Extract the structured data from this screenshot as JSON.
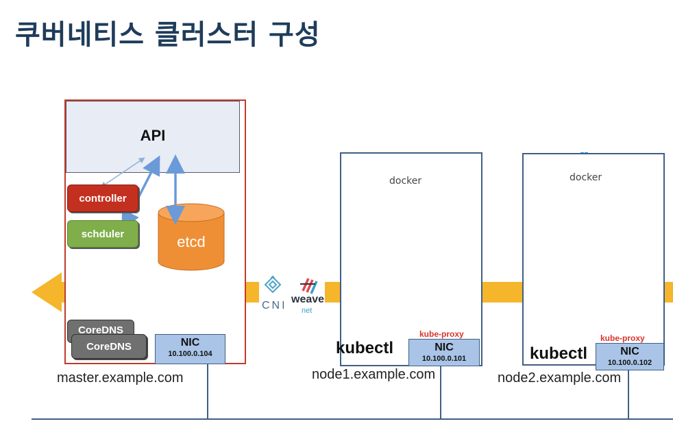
{
  "title": "쿠버네티스 클러스터 구성",
  "master": {
    "api_label": "API",
    "controller_label": "controller",
    "scheduler_label": "schduler",
    "etcd_label": "etcd",
    "coredns_labels": [
      "CoreDNS",
      "CoreDNS"
    ],
    "nic_label": "NIC",
    "nic_ip": "10.100.0.104",
    "hostname": "master.example.com"
  },
  "nodes": [
    {
      "docker_label": "docker",
      "kubectl_label": "kubectl",
      "kube_proxy_label": "kube-proxy",
      "nic_label": "NIC",
      "nic_ip": "10.100.0.101",
      "hostname": "node1.example.com"
    },
    {
      "docker_label": "docker",
      "kubectl_label": "kubectl",
      "kube_proxy_label": "kube-proxy",
      "nic_label": "NIC",
      "nic_ip": "10.100.0.102",
      "hostname": "node2.example.com"
    }
  ],
  "network": {
    "cni_label": "CNI",
    "weave_label": "weave",
    "weave_sub_label": "net"
  },
  "colors": {
    "title": "#1f3c5a",
    "master_border": "#c0392b",
    "node_border": "#3f5f84",
    "controller": "#c4301f",
    "scheduler": "#7fae4a",
    "etcd": "#ef8f35",
    "coredns": "#707070",
    "nic": "#a9c4e6",
    "arrow": "#f5b62c",
    "kube_proxy": "#d9342b"
  }
}
